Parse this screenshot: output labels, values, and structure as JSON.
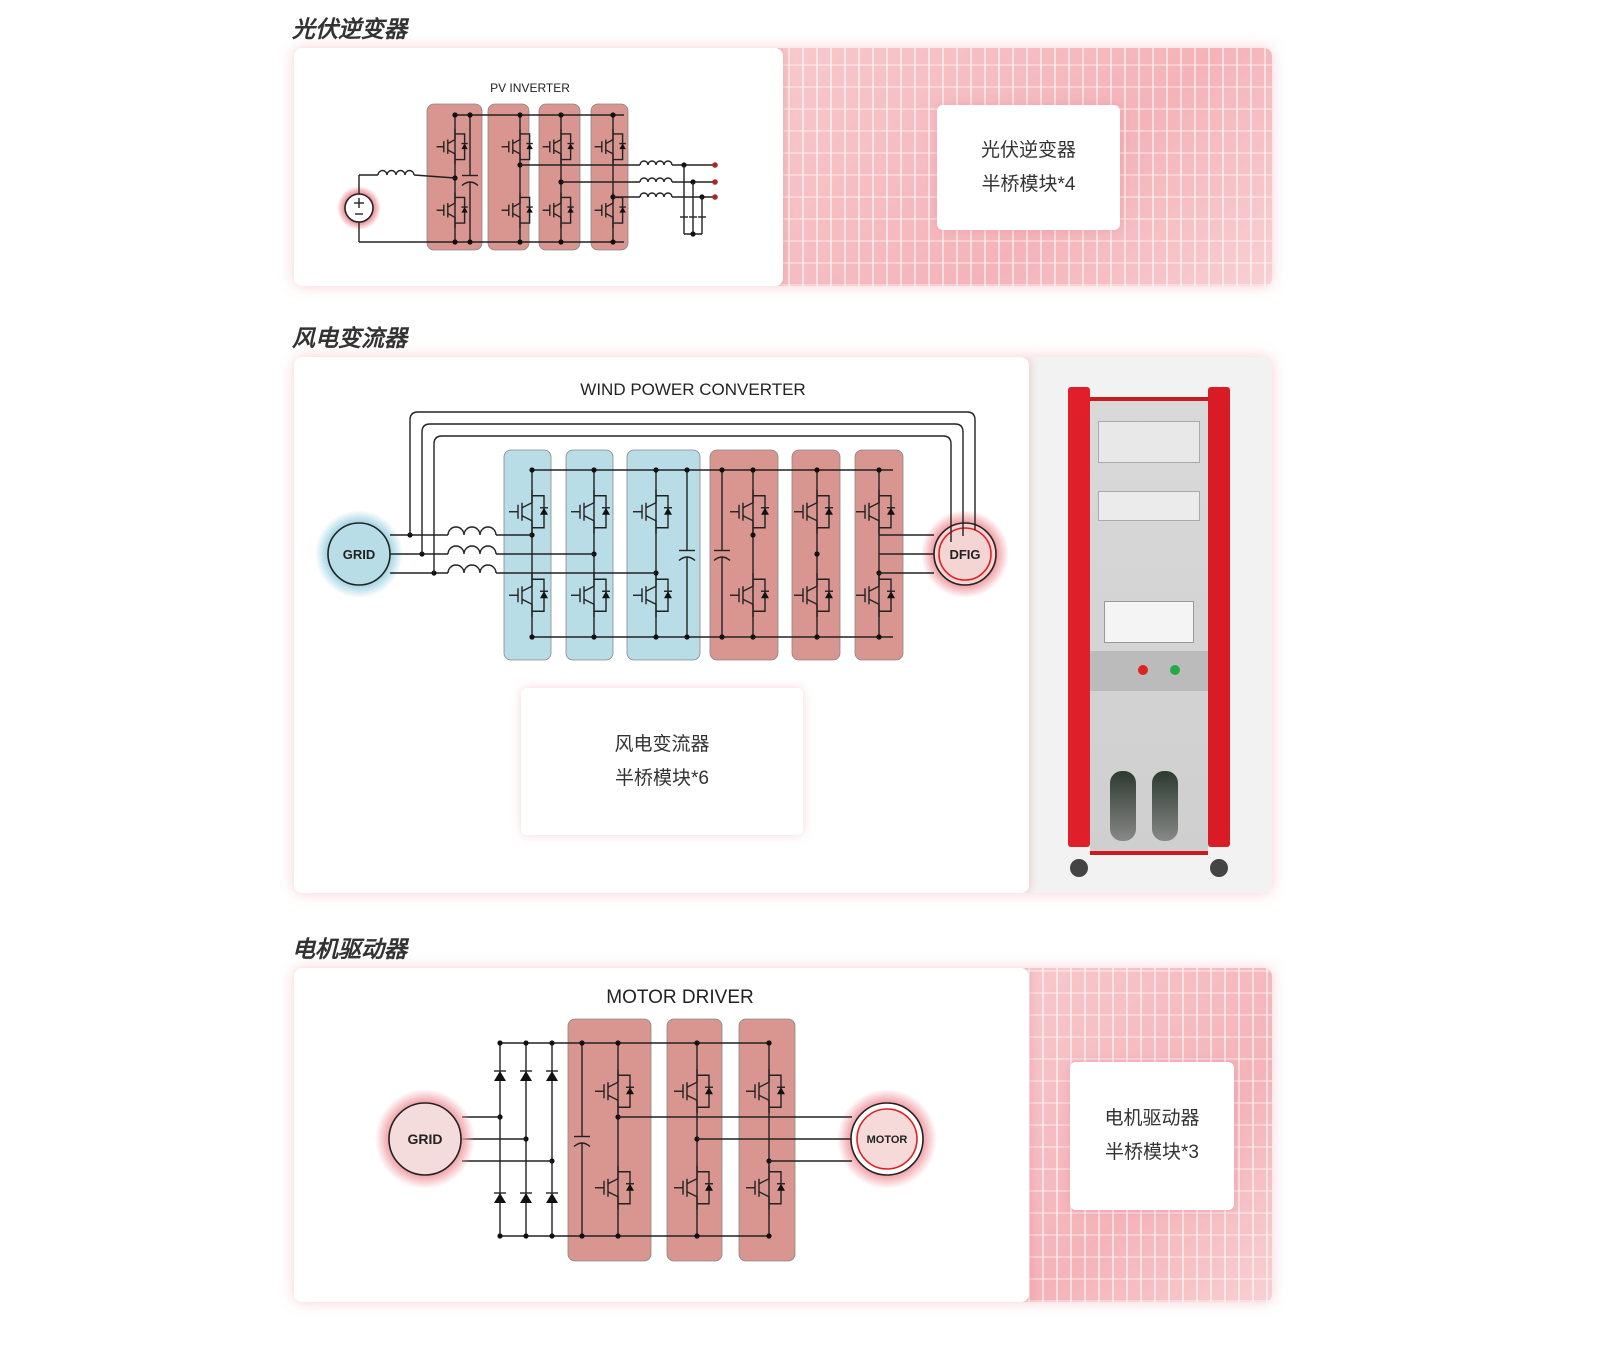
{
  "sections": [
    {
      "title": "光伏逆变器",
      "diagram_title": "PV INVERTER",
      "box_line1": "光伏逆变器",
      "box_line2": "半桥模块*4"
    },
    {
      "title": "风电变流器",
      "diagram_title": "WIND POWER CONVERTER",
      "box_line1": "风电变流器",
      "box_line2": "半桥模块*6",
      "grid_label": "GRID",
      "gen_label": "DFIG"
    },
    {
      "title": "电机驱动器",
      "diagram_title": "MOTOR DRIVER",
      "box_line1": "电机驱动器",
      "box_line2": "半桥模块*3",
      "grid_label": "GRID",
      "motor_label": "MOTOR"
    }
  ],
  "colors": {
    "module_red": "#d9958f",
    "module_blue": "#b9dde6",
    "accent_pink": "#f4b3b9",
    "frame_red": "#e01f2a"
  }
}
